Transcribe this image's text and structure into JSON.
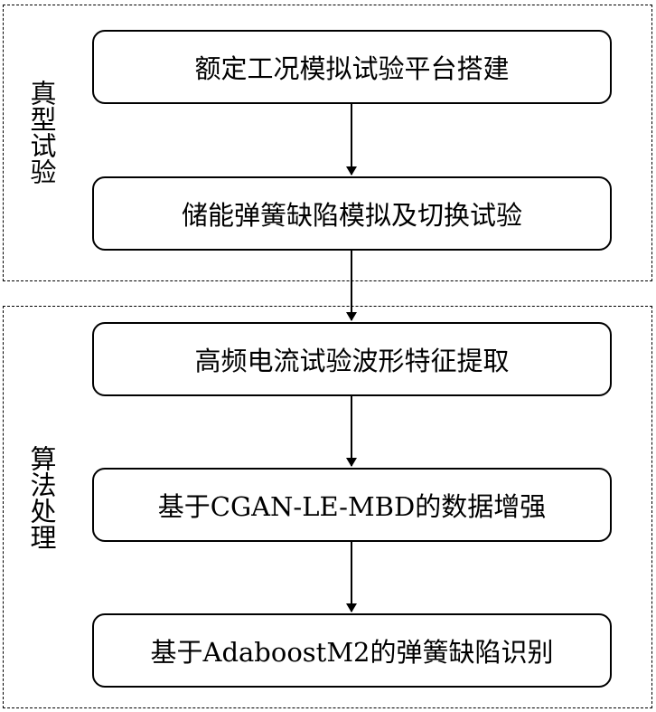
{
  "groups": [
    {
      "label": "真型试验"
    },
    {
      "label": "算法处理"
    }
  ],
  "steps": [
    "额定工况模拟试验平台搭建",
    "储能弹簧缺陷模拟及切换试验",
    "高频电流试验波形特征提取",
    "基于CGAN-LE-MBD的数据增强",
    "基于AdaboostM2的弹簧缺陷识别"
  ],
  "colors": {
    "line": "#000000",
    "background": "#ffffff"
  }
}
